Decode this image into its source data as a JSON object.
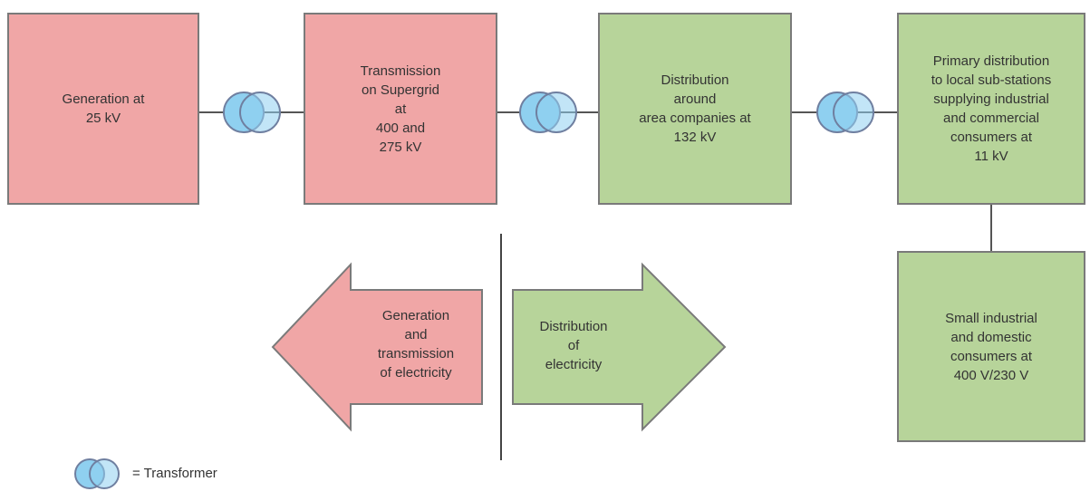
{
  "boxes": {
    "generation": "Generation at\n25 kV",
    "transmission": "Transmission\non Supergrid\nat\n400 and\n275 kV",
    "distribution": "Distribution\naround\narea companies at\n132 kV",
    "primary": "Primary distribution\nto local sub-stations\nsupplying industrial\nand commercial\nconsumers at\n11 kV",
    "small": "Small industrial\nand domestic\nconsumers at\n400 V/230 V"
  },
  "arrows": {
    "left": "Generation\nand\ntransmission\nof electricity",
    "right": "Distribution\nof\nelectricity"
  },
  "legend": {
    "label": "= Transformer"
  },
  "colors": {
    "pink": "#f0a6a6",
    "green": "#b7d49a",
    "transformer": "#8fd0f0",
    "outline": "#6f7fa0"
  }
}
